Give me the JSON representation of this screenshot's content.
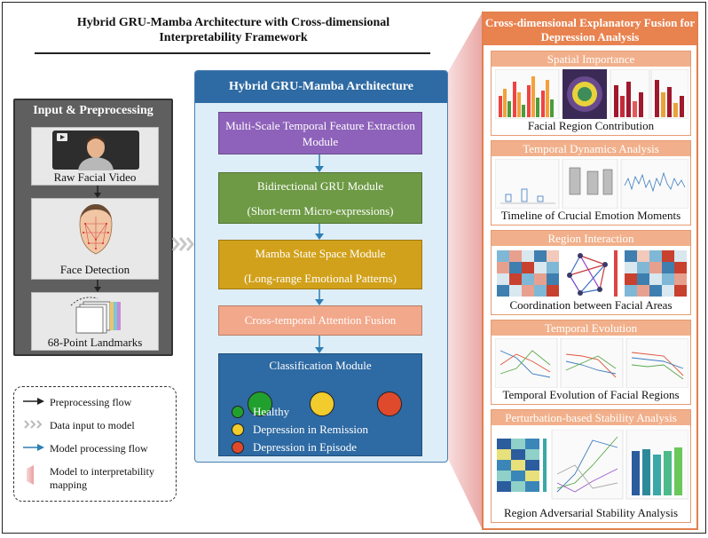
{
  "title": "Hybrid GRU-Mamba Architecture with Cross-dimensional Interpretability Framework",
  "input": {
    "title": "Input & Preprocessing",
    "steps": [
      "Raw Facial Video",
      "Face Detection",
      "68-Point Landmarks"
    ]
  },
  "legend": {
    "items": [
      "Preprocessing flow",
      "Data input to model",
      "Model processing flow",
      "Model to interpretability mapping"
    ]
  },
  "architecture": {
    "title": "Hybrid GRU-Mamba Architecture",
    "temporal": "Multi-Scale Temporal Feature Extraction Module",
    "gru_line1": "Bidirectional GRU Module",
    "gru_line2": "(Short-term Micro-expressions)",
    "mamba_line1": "Mamba State Space Module",
    "mamba_line2": "(Long-range Emotional Patterns)",
    "attention": "Cross-temporal Attention Fusion",
    "classification": {
      "title": "Classification Module",
      "classes": [
        "Healthy",
        "Depression in Remission",
        "Depression in Episode"
      ],
      "colors": [
        "#22a02e",
        "#f1cc2c",
        "#df4a2c"
      ]
    }
  },
  "fusion": {
    "title": "Cross-dimensional Explanatory Fusion for Depression Analysis",
    "panels": [
      {
        "title": "Spatial Importance",
        "caption": "Facial Region Contribution"
      },
      {
        "title": "Temporal Dynamics Analysis",
        "caption": "Timeline of Crucial Emotion Moments"
      },
      {
        "title": "Region Interaction",
        "caption": "Coordination between Facial Areas"
      },
      {
        "title": "Temporal Evolution",
        "caption": "Temporal Evolution of Facial Regions"
      },
      {
        "title": "Perturbation-based Stability Analysis",
        "caption": "Region Adversarial Stability Analysis"
      }
    ]
  }
}
